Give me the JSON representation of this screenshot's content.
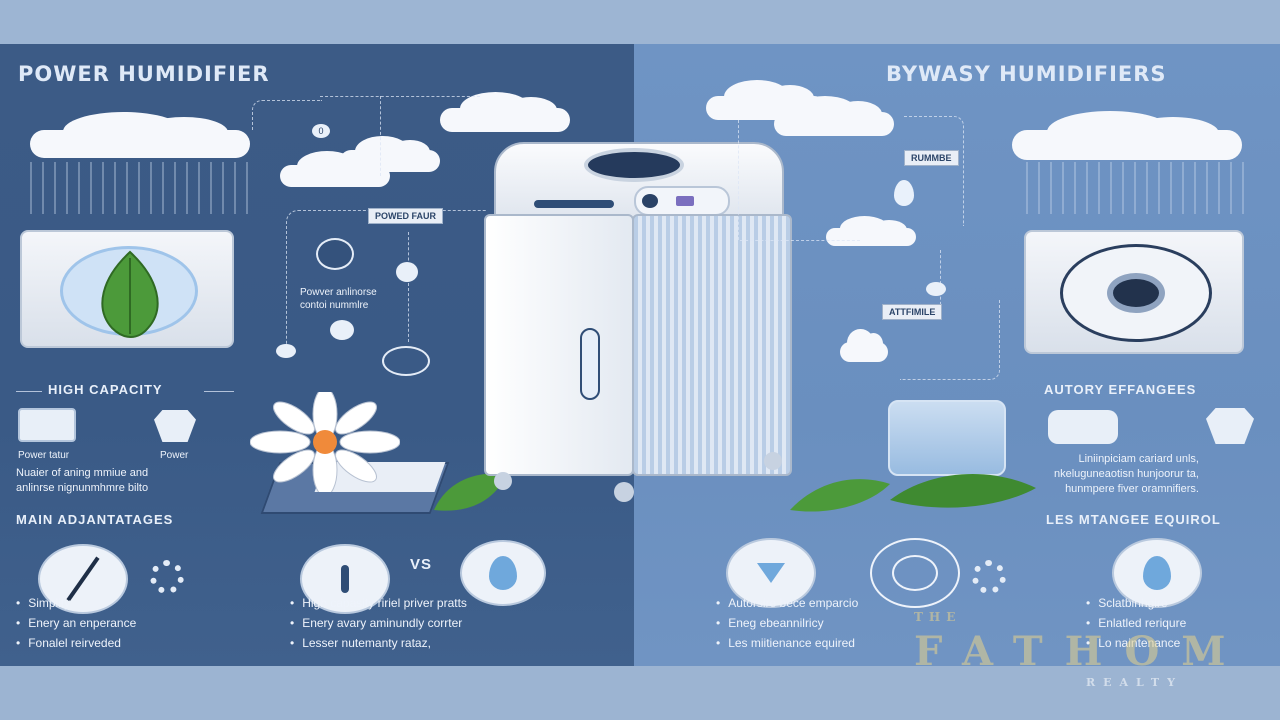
{
  "left": {
    "title": "POWER HUMIDIFIER",
    "tag1": "POWED FAUR",
    "annot": "Powver anlinorse\ncontoi nummlre",
    "section1": "HIGH CAPACITY",
    "mini_labels": [
      "Power tatur",
      "Power"
    ],
    "desc": "Nuaier of aning mmiue and\nanlinrse nignunmhmre bilto",
    "section2": "MAIN ADJANTATAGES",
    "vs": "VS",
    "bullets": [
      "Simplity",
      "Enery an enperance",
      "Fonalel reirveded"
    ],
    "bullets_mid": [
      "High capasity ririel priver pratts",
      "Enery avary aminundly corrter",
      "Lesser nutemanty rataz,"
    ]
  },
  "right": {
    "title": "BYWASY HUMIDIFIERS",
    "tag1": "RUMMBE",
    "tag2": "ATTFIMILE",
    "section1": "AUTORY EFFANGEES",
    "desc": "Liniinpiciam cariard unls,\nnkeluguneaotisn hunjoorur ta,\nhunmpere fiver oramnifiers.",
    "section2": "LES MTANGEE EQUIROL",
    "bullets_mid": [
      "Autorsire bece emparcio",
      "Eneg ebeannilricy",
      "Les miitienance equired"
    ],
    "bullets": [
      "Sclatbinhgire",
      "Enlatled reriqure",
      "Lo naintenance"
    ]
  },
  "watermark": {
    "line1": "THE",
    "line2": "FATHOM",
    "line3": "REALTY"
  },
  "colors": {
    "left_panel": "#3c5b86",
    "right_panel": "#6f94c4",
    "accent_orange": "#f08a3a",
    "leaf_green": "#4c9a3a"
  }
}
